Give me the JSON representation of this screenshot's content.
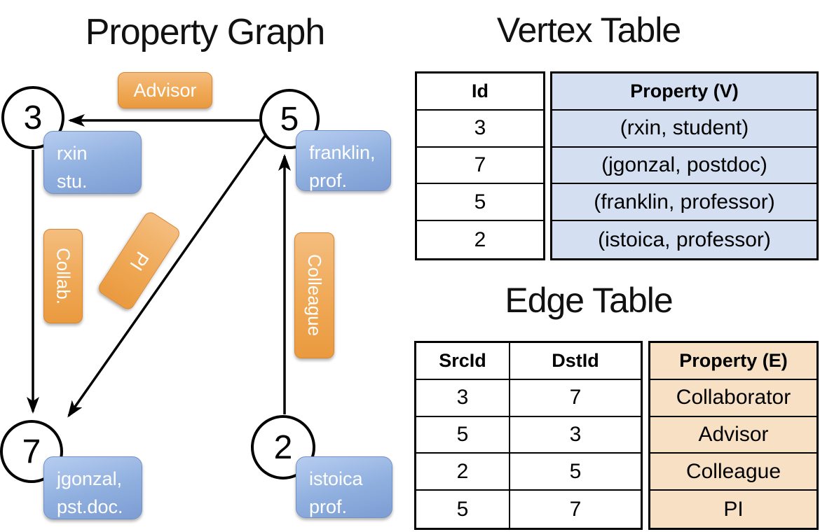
{
  "graph": {
    "title": "Property Graph",
    "nodes": [
      {
        "id": "3",
        "prop_line1": "rxin",
        "prop_line2": "stu."
      },
      {
        "id": "5",
        "prop_line1": "franklin,",
        "prop_line2": "prof."
      },
      {
        "id": "7",
        "prop_line1": "jgonzal,",
        "prop_line2": "pst.doc."
      },
      {
        "id": "2",
        "prop_line1": "istoica",
        "prop_line2": "prof."
      }
    ],
    "edge_labels": [
      {
        "label": "Advisor"
      },
      {
        "label": "Collab."
      },
      {
        "label": "PI"
      },
      {
        "label": "Colleague"
      }
    ]
  },
  "vertex_table": {
    "title": "Vertex Table",
    "headers": {
      "id": "Id",
      "property": "Property (V)"
    },
    "rows": [
      {
        "id": "3",
        "property": "(rxin, student)"
      },
      {
        "id": "7",
        "property": "(jgonzal, postdoc)"
      },
      {
        "id": "5",
        "property": "(franklin, professor)"
      },
      {
        "id": "2",
        "property": "(istoica, professor)"
      }
    ]
  },
  "edge_table": {
    "title": "Edge Table",
    "headers": {
      "src": "SrcId",
      "dst": "DstId",
      "property": "Property (E)"
    },
    "rows": [
      {
        "src": "3",
        "dst": "7",
        "property": "Collaborator"
      },
      {
        "src": "5",
        "dst": "3",
        "property": "Advisor"
      },
      {
        "src": "2",
        "dst": "5",
        "property": "Colleague"
      },
      {
        "src": "5",
        "dst": "7",
        "property": "PI"
      }
    ]
  },
  "colors": {
    "edge_label_orange": "#efa855",
    "vertex_prop_blue": "#8fafdf",
    "vertex_table_column_bg": "#d4e0f2",
    "edge_table_column_bg": "#f7e0c4",
    "line_black": "#000000"
  }
}
